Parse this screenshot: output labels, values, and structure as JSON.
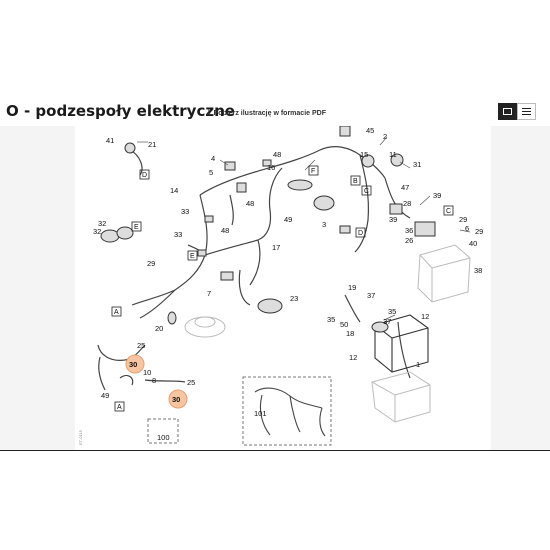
{
  "header": {
    "title": "O - podzespoły elektryczne",
    "download_label": "Pobierz ilustrację w formacie PDF"
  },
  "view_toggle": {
    "image_icon": "image-icon",
    "list_icon": "list-icon"
  },
  "diagram": {
    "side_code": "ET-0115",
    "part_labels": {
      "p41": "41",
      "p21": "21",
      "p4": "4",
      "p5": "5",
      "p14": "14",
      "p33a": "33",
      "p33b": "33",
      "p32a": "32",
      "p32b": "32",
      "p29a": "29",
      "p48a": "48",
      "p48b": "48",
      "p48c": "48",
      "p16": "16",
      "p49": "49",
      "p3": "3",
      "p17": "17",
      "p7": "7",
      "p23": "23",
      "p20": "20",
      "p45": "45",
      "p2": "2",
      "p15": "15",
      "p11": "11",
      "p31": "31",
      "p47": "47",
      "p39a": "39",
      "p39b": "39",
      "p28": "28",
      "p36": "36",
      "p29b": "29",
      "p29c": "29",
      "p6": "6",
      "p26": "26",
      "p40": "40",
      "p38": "38",
      "p19": "19",
      "p37a": "37",
      "p37b": "37",
      "p35a": "35",
      "p35b": "35",
      "p50": "50",
      "p18": "18",
      "p12a": "12",
      "p12b": "12",
      "p1": "1",
      "p25a": "25",
      "p25b": "25",
      "p10": "10",
      "p49b": "49",
      "p8": "8",
      "p100": "100",
      "p101": "101",
      "p30a": "30",
      "p30b": "30"
    },
    "letter_labels": {
      "D1": "D",
      "F": "F",
      "B": "B",
      "C1": "C",
      "E1": "E",
      "E2": "E",
      "A1": "A",
      "A2": "A",
      "C2": "C",
      "D2": "D"
    },
    "highlight_color": "#f7c59f"
  }
}
